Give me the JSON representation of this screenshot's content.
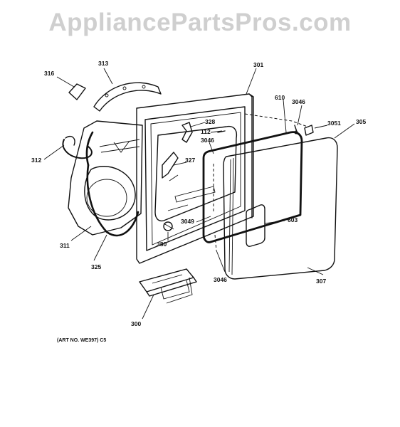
{
  "watermark": "AppliancePartsPros.com",
  "art_number": "(ART NO. WE397)  C5",
  "callouts": {
    "p301": "301",
    "p313": "313",
    "p316": "316",
    "p312": "312",
    "p311": "311",
    "p325": "325",
    "p610": "610",
    "p3046a": "3046",
    "p3051": "3051",
    "p305": "305",
    "p328": "328",
    "p112": "112",
    "p3046b": "3046",
    "p327": "327",
    "p603": "603",
    "p3049": "3049",
    "p380": "380",
    "p3046c": "3046",
    "p307": "307",
    "p300": "300"
  }
}
